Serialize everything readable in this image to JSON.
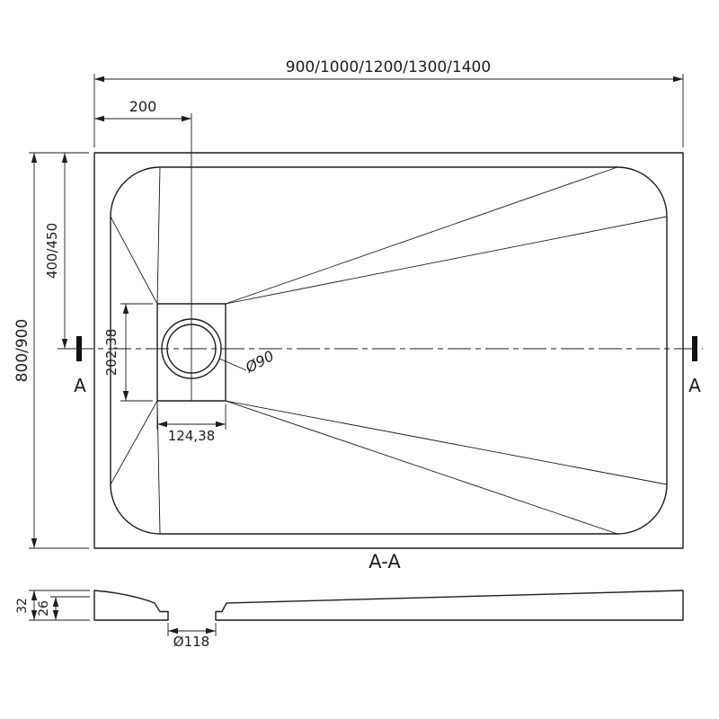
{
  "colors": {
    "line": "#1d1d1d",
    "background": "#ffffff"
  },
  "top_view": {
    "dim_width_options": "900/1000/1200/1300/1400",
    "dim_drain_offset_x": "200",
    "dim_depth_options": "800/900",
    "dim_drain_offset_y": "400/450",
    "dim_drain_plate_height": "202,38",
    "dim_drain_plate_width": "124,38",
    "dim_drain_diameter": "Ø90",
    "section_marker_left": "A",
    "section_marker_right": "A"
  },
  "section_view": {
    "label": "A-A",
    "dim_total_height": "32",
    "dim_basin_depth": "26",
    "dim_drain_hole_diameter": "Ø118"
  }
}
